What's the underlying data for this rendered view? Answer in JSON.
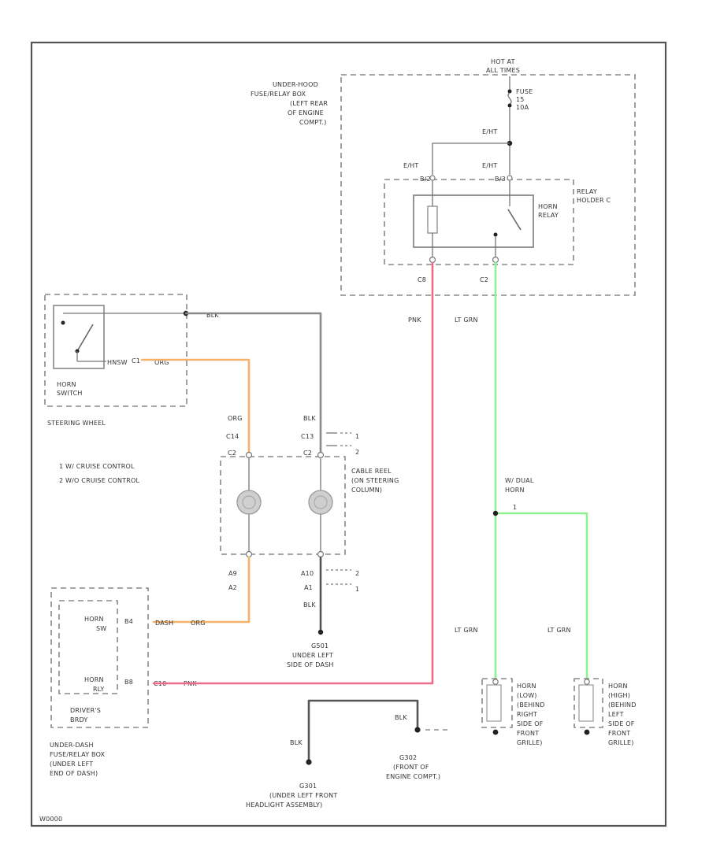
{
  "diagram": {
    "code": "W0000",
    "colors": {
      "org": "#f5b36a",
      "pnk": "#f06a8a",
      "lt_grn": "#8ff28f",
      "blk": "#8a8a8a",
      "frame": "#555555"
    },
    "fuse_box": {
      "hot_label_1": "HOT AT",
      "hot_label_2": "ALL TIMES",
      "fuse_line_1": "FUSE",
      "fuse_line_2": "15",
      "fuse_line_3": "10A",
      "location": [
        "UNDER-HOOD",
        "FUSE/RELAY BOX",
        "(LEFT REAR",
        "OF ENGINE",
        "COMPT.)"
      ]
    },
    "relay": {
      "terminal_top": "E/HT",
      "terminal_left": "E/HT",
      "terminal_right": "E/HT",
      "name_1": "HORN",
      "name_2": "RELAY",
      "holder_1": "RELAY",
      "holder_2": "HOLDER C",
      "pin_left": "C8",
      "pin_right": "C2"
    },
    "horn_switch": {
      "name_1": "HORN",
      "name_2": "SWITCH",
      "location": "STEERING WHEEL",
      "pin_label": "HNSW",
      "pin": "C1",
      "wire_org": "ORG",
      "wire_blk": "BLK"
    },
    "notes": [
      "1  W/ CRUISE CONTROL",
      "2  W/O CRUISE CONTROL"
    ],
    "cable_reel": {
      "label": [
        "CABLE REEL",
        "(ON STEERING",
        "COLUMN)"
      ],
      "wire_org": "ORG",
      "pin_org": "C14",
      "conn_left": "C2",
      "wire_blk": "BLK",
      "pin_blk": "C13",
      "conn_right": "C2",
      "opt_1": "1",
      "opt_2": "2",
      "pin_bottom_1": "A9",
      "pin_bottom_2": "A2",
      "pin_bottom_3": "A10",
      "pin_bottom_4": "A1",
      "opt_3": "2",
      "opt_4": "1",
      "wire_blk_2": "BLK"
    },
    "ground_g501": {
      "name": "G501",
      "location": [
        "UNDER LEFT",
        "SIDE OF DASH"
      ]
    },
    "dash_box": {
      "horn_sw_1": "HORN",
      "horn_sw_2": "SW",
      "pin_sw": "B4",
      "conn_sw": "DASH",
      "wire_org": "ORG",
      "horn_rly_1": "HORN",
      "horn_rly_2": "RLY",
      "pin_rly": "B8",
      "conn_rly": "C10",
      "wire_pnk": "PNK",
      "drivers": [
        "DRIVER'S",
        "BRDY"
      ],
      "location": [
        "UNDER-DASH",
        "FUSE/RELAY BOX",
        "(UNDER LEFT",
        "END OF DASH)"
      ]
    },
    "wires": {
      "pnk": "PNK",
      "lt_grn": "LT GRN",
      "lt_grn_low": "LT GRN",
      "lt_grn_right": "LT GRN",
      "blk_g301": "BLK",
      "blk_g302": "BLK"
    },
    "dual_horn": {
      "line_1": "W/ DUAL",
      "line_2": "HORN",
      "opt": "1"
    },
    "horn_low": [
      "HORN",
      "(LOW)",
      "(BEHIND",
      "RIGHT",
      "SIDE OF",
      "FRONT",
      "GRILLE)"
    ],
    "horn_high": [
      "HORN",
      "(HIGH)",
      "(BEHIND",
      "LEFT",
      "SIDE OF",
      "FRONT",
      "GRILLE)"
    ],
    "ground_g301": {
      "name": "G301",
      "location": [
        "(UNDER LEFT FRONT",
        "HEADLIGHT ASSEMBLY)"
      ]
    },
    "ground_g302": {
      "name": "G302",
      "location": [
        "(FRONT OF",
        "ENGINE COMPT.)"
      ]
    }
  }
}
